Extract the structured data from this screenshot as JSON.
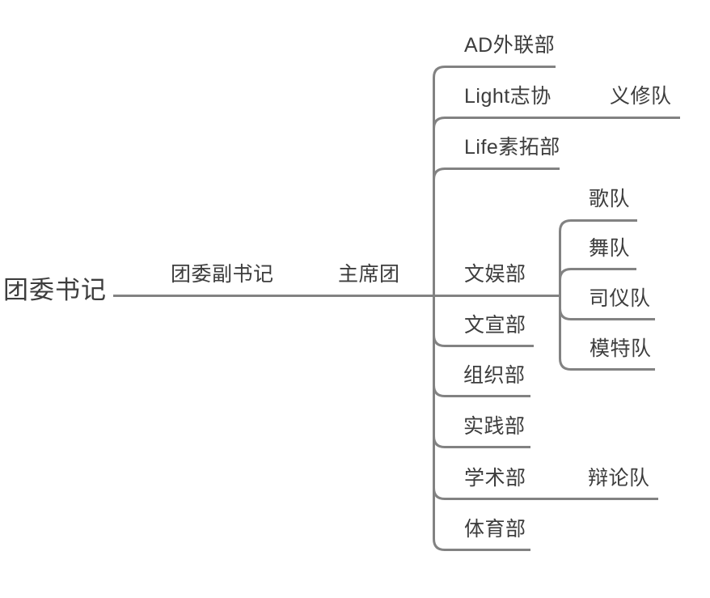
{
  "diagram": {
    "type": "mindmap-org-chart",
    "colors": {
      "background": "#ffffff",
      "line": "#828282",
      "text": "#3d3d3d"
    },
    "tree": {
      "root": "团委书记",
      "deputy": "团委副书记",
      "presidium": "主席团",
      "departments": [
        {
          "label": "AD外联部",
          "children": []
        },
        {
          "label": "Light志协",
          "children": [
            "义修队"
          ]
        },
        {
          "label": "Life素拓部",
          "children": []
        },
        {
          "label": "文娱部",
          "children": [
            "歌队",
            "舞队",
            "司仪队",
            "模特队"
          ]
        },
        {
          "label": "文宣部",
          "children": []
        },
        {
          "label": "组织部",
          "children": []
        },
        {
          "label": "实践部",
          "children": []
        },
        {
          "label": "学术部",
          "children": [
            "辩论队"
          ]
        },
        {
          "label": "体育部",
          "children": []
        }
      ]
    }
  }
}
